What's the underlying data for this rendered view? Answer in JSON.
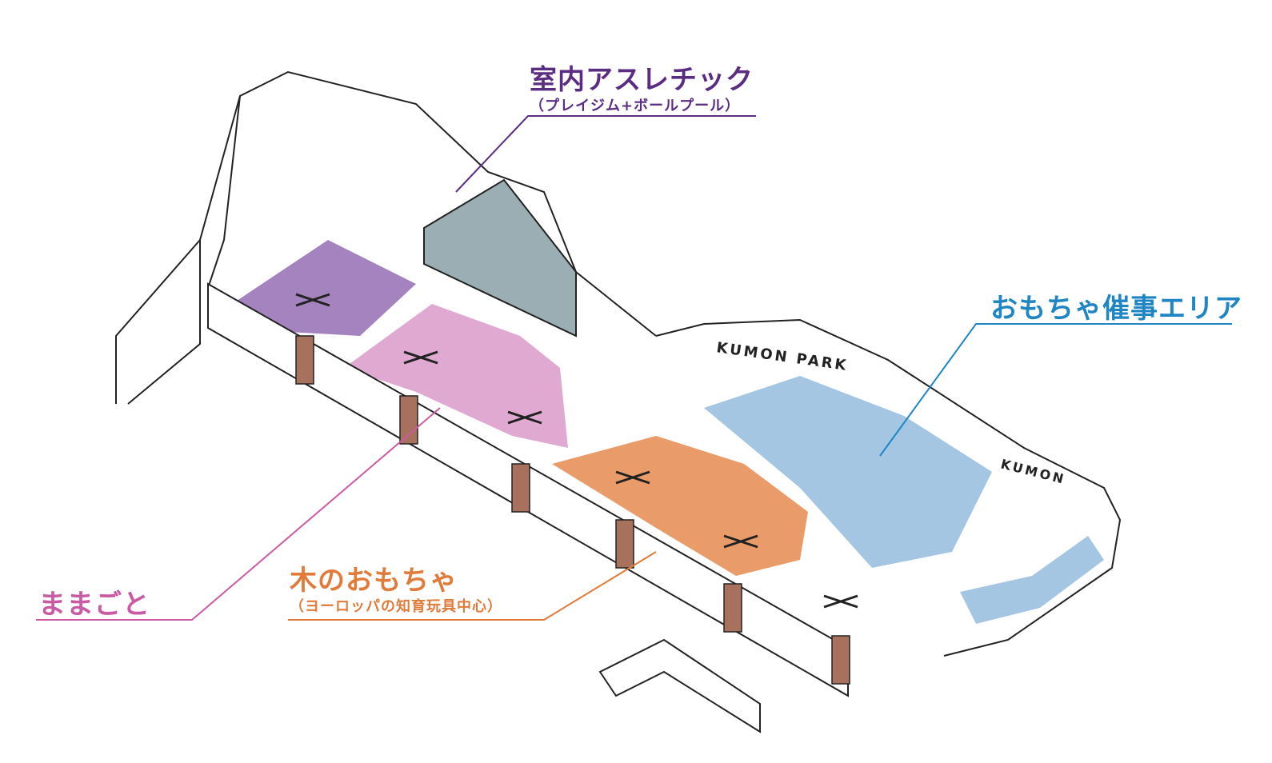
{
  "colors": {
    "athletic": "#5a2d82",
    "event": "#1f86c3",
    "mamagoto": "#c95aa3",
    "wood": "#e07b3a",
    "zone_purple": "#9b76b8",
    "zone_pink": "#dca0cc",
    "zone_orange": "#e8905a",
    "zone_blue": "#9fc3e2",
    "teal_block": "#9aaeb3",
    "brick": "#a8715e"
  },
  "labels": {
    "athletic": {
      "title": "室内アスレチック",
      "sub": "（プレイジム+ボールプール）"
    },
    "event": {
      "title": "おもちゃ催事エリア"
    },
    "mamagoto": {
      "title": "ままごと"
    },
    "wood": {
      "title": "木のおもちゃ",
      "sub": "（ヨーロッパの知育玩具中心）"
    }
  },
  "signs": {
    "park": "KUMON PARK",
    "kumon": "KUMON"
  }
}
